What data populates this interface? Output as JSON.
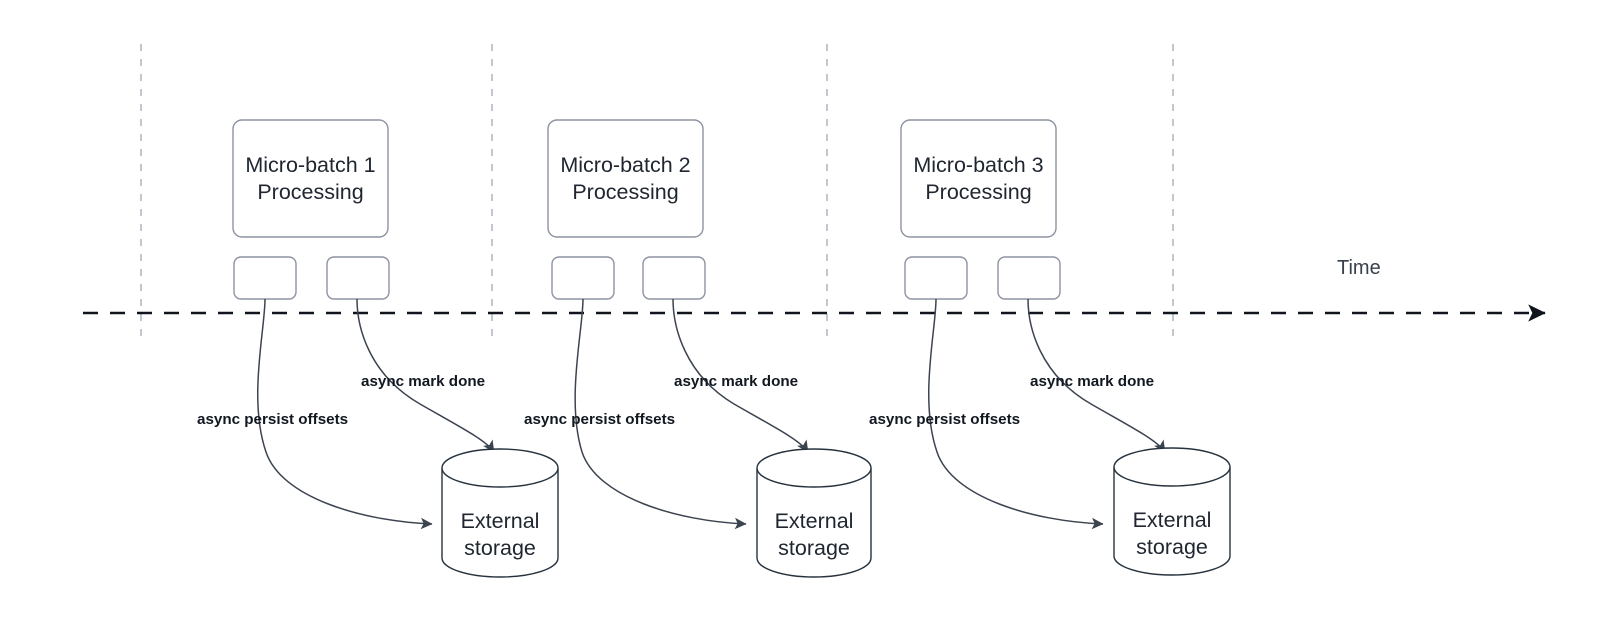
{
  "diagram": {
    "title_text": "",
    "colors": {
      "background": "#ffffff",
      "box_border": "#8d93a1",
      "cylinder_border": "#26323d",
      "connector": "#3c4450",
      "timeline": "#10141c",
      "vertical_guide": "#b9bcc6",
      "text": "#1f2630",
      "edge_label_text": "#111820"
    },
    "timeline": {
      "axis_label": "Time",
      "style": "dashed-arrow-right"
    },
    "groups": [
      {
        "id": "micro-batch-1",
        "batch_label_line1": "Micro-batch 1",
        "batch_label_line2": "Processing",
        "task_boxes": [
          "",
          ""
        ],
        "edge_label_persist": "async persist offsets",
        "edge_label_mark": "async mark done",
        "storage_label_line1": "External",
        "storage_label_line2": "storage"
      },
      {
        "id": "micro-batch-2",
        "batch_label_line1": "Micro-batch 2",
        "batch_label_line2": "Processing",
        "task_boxes": [
          "",
          ""
        ],
        "edge_label_persist": "async persist offsets",
        "edge_label_mark": "async mark done",
        "storage_label_line1": "External",
        "storage_label_line2": "storage"
      },
      {
        "id": "micro-batch-3",
        "batch_label_line1": "Micro-batch 3",
        "batch_label_line2": "Processing",
        "task_boxes": [
          "",
          ""
        ],
        "edge_label_persist": "async persist offsets",
        "edge_label_mark": "async mark done",
        "storage_label_line1": "External",
        "storage_label_line2": "storage"
      }
    ]
  }
}
